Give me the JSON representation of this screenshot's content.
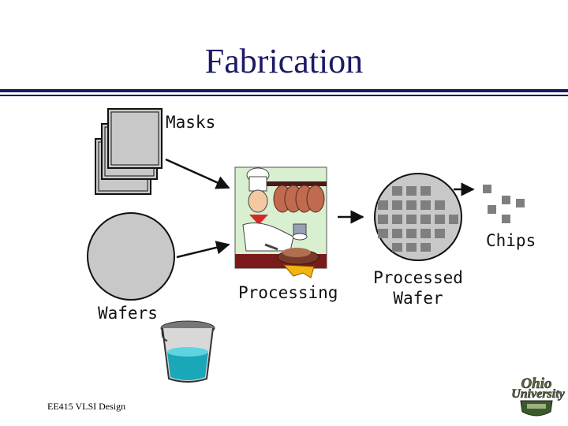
{
  "slide": {
    "title": "Fabrication",
    "footer": "EE415 VLSI Design"
  },
  "labels": {
    "masks": "Masks",
    "wafers": "Wafers",
    "processing": "Processing",
    "processed_wafer_line1": "Processed",
    "processed_wafer_line2": "Wafer",
    "chips": "Chips"
  },
  "logo": {
    "text_line1": "Ohio",
    "text_line2": "University"
  },
  "colors": {
    "title": "#1a1a66",
    "rule": "#1a1a66",
    "gray_fill": "#c8c8c8",
    "die": "#7f7f7f",
    "beaker_liquid": "#1aa7b8"
  },
  "icons": [
    "mask-stack-icon",
    "wafer-icon",
    "chef-icon",
    "processed-wafer-icon",
    "chips-icon",
    "beaker-icon",
    "ohio-university-logo"
  ]
}
